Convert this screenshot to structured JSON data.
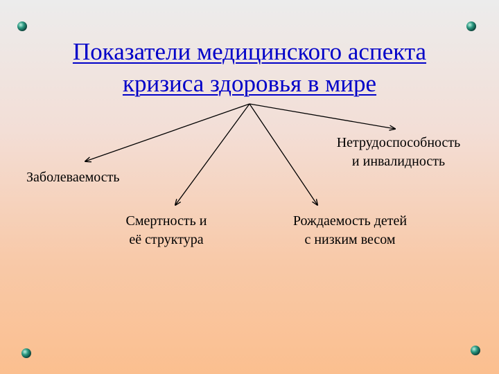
{
  "title": {
    "line1": "Показатели медицинского аспекта",
    "line2": "кризиса здоровья в мире"
  },
  "nodes": {
    "morbidity": "Заболеваемость",
    "mortality": {
      "line1": "Смертность и",
      "line2": "её структура"
    },
    "births": {
      "line1": "Рождаемость детей",
      "line2": "с низким весом"
    },
    "disability": {
      "line1": "Нетрудоспособность",
      "line2": "и инвалидность"
    }
  },
  "colors": {
    "title_link": "#0000c8",
    "corner_dot": "#1f7a6b",
    "line": "#000000"
  },
  "icons": [
    "corner-dot-icon"
  ]
}
